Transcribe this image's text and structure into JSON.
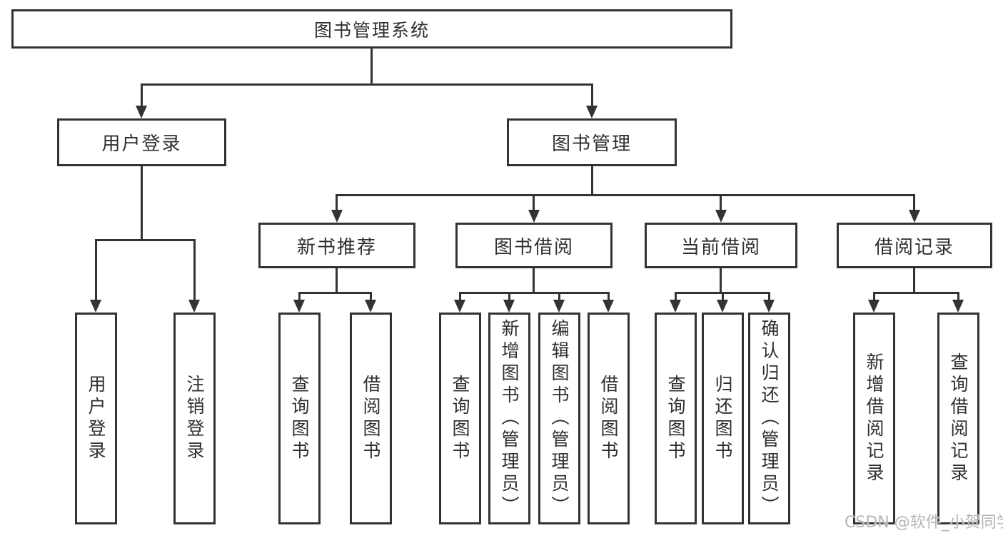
{
  "tree": {
    "root": {
      "label": "图书管理系统"
    },
    "branches": [
      {
        "label": "用户登录",
        "children": [
          {
            "label": "用户登录"
          },
          {
            "label": "注销登录"
          }
        ]
      },
      {
        "label": "图书管理",
        "children": [
          {
            "label": "新书推荐",
            "children": [
              {
                "label": "查询图书"
              },
              {
                "label": "借阅图书"
              }
            ]
          },
          {
            "label": "图书借阅",
            "children": [
              {
                "label": "查询图书"
              },
              {
                "label": "新增图书（管理员）"
              },
              {
                "label": "编辑图书（管理员）"
              },
              {
                "label": "借阅图书"
              }
            ]
          },
          {
            "label": "当前借阅",
            "children": [
              {
                "label": "查询图书"
              },
              {
                "label": "归还图书"
              },
              {
                "label": "确认归还（管理员）"
              }
            ]
          },
          {
            "label": "借阅记录",
            "children": [
              {
                "label": "新增借阅记录"
              },
              {
                "label": "查询借阅记录"
              }
            ]
          }
        ]
      }
    ]
  },
  "watermark": "CSDN @软件_小贺同学",
  "colors": {
    "line": "#333333",
    "box_border": "#333333",
    "box_fill": "#ffffff",
    "text": "#2f2f2f",
    "watermark": "#b5b5b5"
  }
}
